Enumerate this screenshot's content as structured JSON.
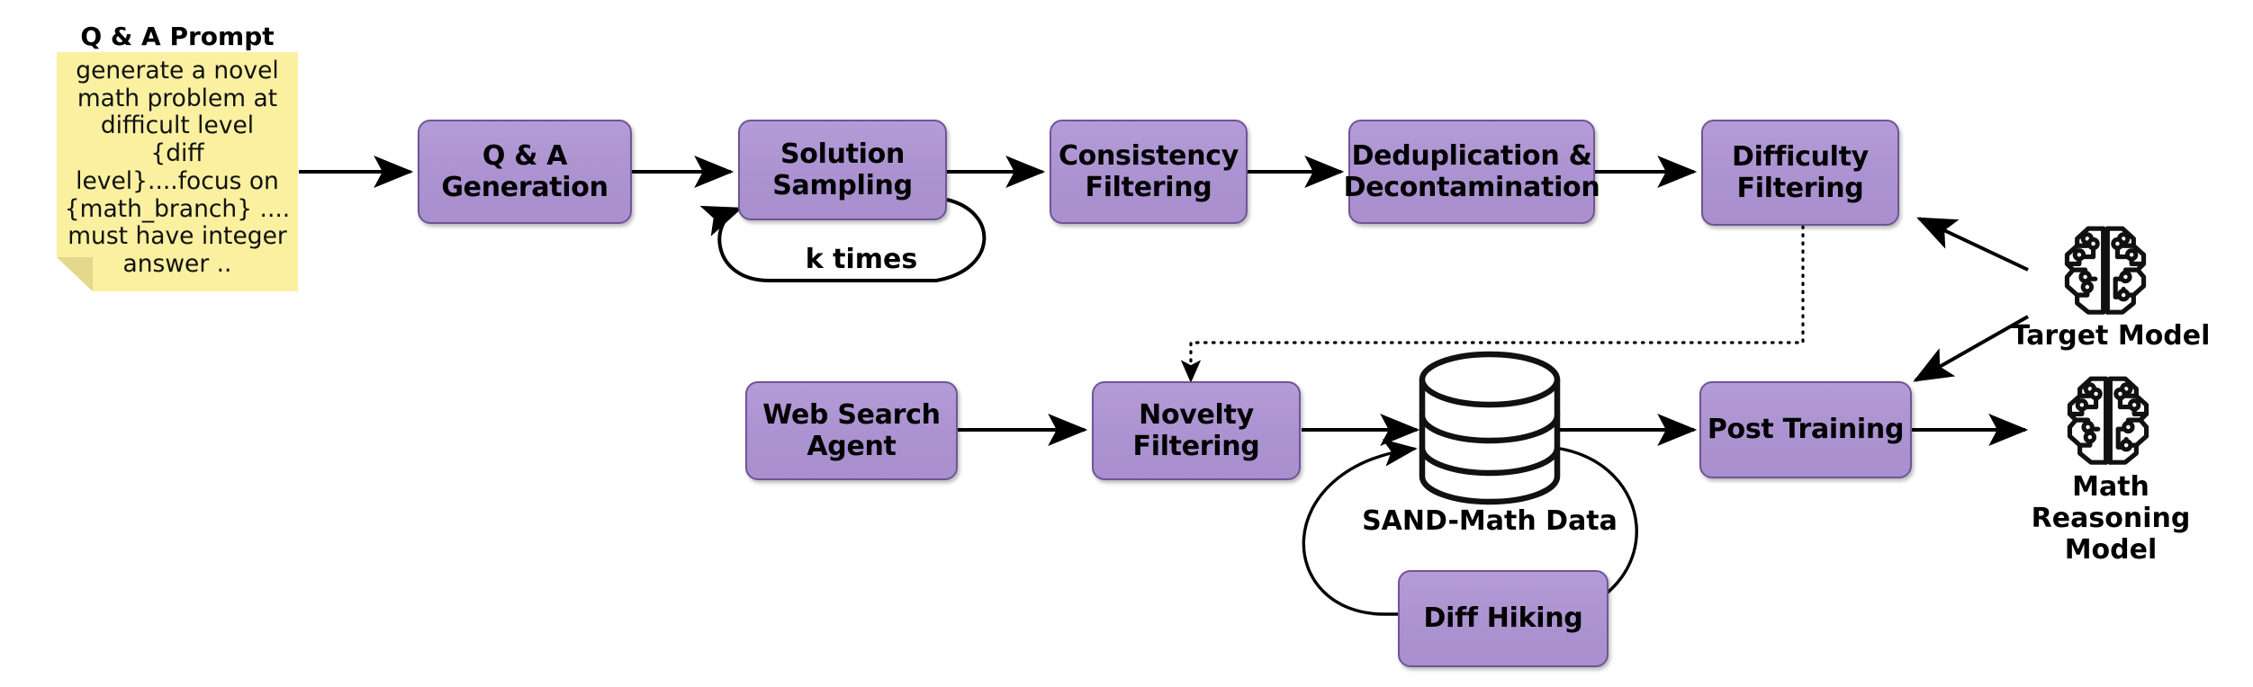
{
  "diagram": {
    "title": "SAND-Math data generation and post-training pipeline",
    "colors": {
      "box_fill": "#ab92d0",
      "box_fill_light": "#b49cd8",
      "box_border": "#6f5595",
      "note_fill": "#faf0a0",
      "note_fold": "#e8dd94",
      "line": "#000000",
      "background": "#ffffff"
    }
  },
  "prompt_note": {
    "title": "Q & A Prompt",
    "text": "generate a novel\nmath problem at\ndifficult level\n{diff\nlevel}....focus on\n{math_branch} ....\nmust have integer\nanswer .."
  },
  "nodes": {
    "qa_generation": {
      "label": "Q & A\nGeneration"
    },
    "solution_sampling": {
      "label": "Solution\nSampling"
    },
    "consistency_filtering": {
      "label": "Consistency\nFiltering"
    },
    "dedup_decontamination": {
      "label": "Deduplication &\nDecontamination"
    },
    "difficulty_filtering": {
      "label": "Difficulty\nFiltering"
    },
    "web_search_agent": {
      "label": "Web Search\nAgent"
    },
    "novelty_filtering": {
      "label": "Novelty\nFiltering"
    },
    "post_training": {
      "label": "Post Training"
    },
    "diff_hiking": {
      "label": "Diff Hiking"
    }
  },
  "labels": {
    "k_times": "k times",
    "sand_math_data": "SAND-Math Data",
    "target_model": "Target Model",
    "math_reasoning_model": "Math\nReasoning\nModel"
  },
  "icons": {
    "target_model_icon": "ai-brain-chip-icon",
    "math_model_icon": "ai-brain-chip-icon",
    "database_icon": "database-cylinder-icon"
  }
}
